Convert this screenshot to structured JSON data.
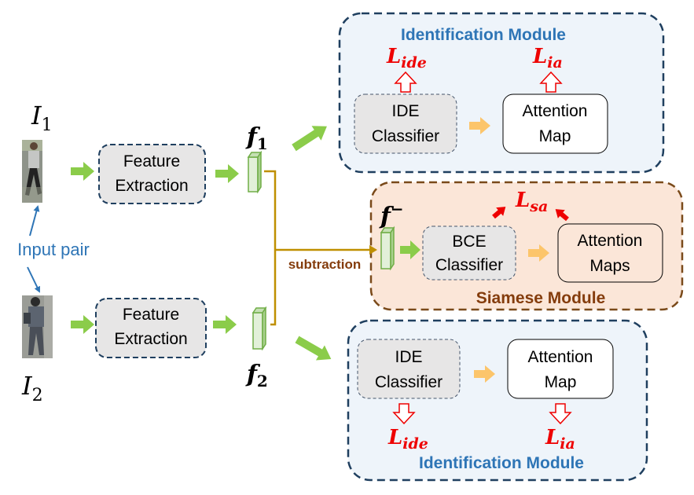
{
  "inputs": {
    "i1_base": "I",
    "i1_sub": "1",
    "i2_base": "I",
    "i2_sub": "2",
    "pair_label": "Input pair"
  },
  "feature_extraction": {
    "top": [
      "Feature",
      "Extraction"
    ],
    "bottom": [
      "Feature",
      "Extraction"
    ]
  },
  "features": {
    "f1_base": "f",
    "f1_sub": "1",
    "f2_base": "f",
    "f2_sub": "2",
    "fminus_base": "f",
    "fminus_sup": "−"
  },
  "subtraction_label": "subtraction",
  "top_module": {
    "title": "Identification Module",
    "classifier": [
      "IDE",
      "Classifier"
    ],
    "attention": [
      "Attention",
      "Map"
    ],
    "loss_ide_base": "L",
    "loss_ide_sub": "ide",
    "loss_ia_base": "L",
    "loss_ia_sub": "ia"
  },
  "siamese_module": {
    "title": "Siamese Module",
    "classifier": [
      "BCE",
      "Classifier"
    ],
    "attention": [
      "Attention",
      "Maps"
    ],
    "loss_base": "L",
    "loss_sub": "sa"
  },
  "bottom_module": {
    "title": "Identification Module",
    "classifier": [
      "IDE",
      "Classifier"
    ],
    "attention": [
      "Attention",
      "Map"
    ],
    "loss_ide_base": "L",
    "loss_ide_sub": "ide",
    "loss_ia_base": "L",
    "loss_ia_sub": "ia"
  },
  "colors": {
    "module_border": "#1f3f5f",
    "module_fill": "#eef4fa",
    "siamese_border": "#7a4a1a",
    "siamese_fill": "#fbe6d8",
    "title_blue": "#2e75b6",
    "title_brown": "#843c0c",
    "loss_red": "#ee0000",
    "green_arrow": "#8bcc4a",
    "yellow_arrow": "#fcc56b",
    "gold_line": "#bf8f00"
  }
}
